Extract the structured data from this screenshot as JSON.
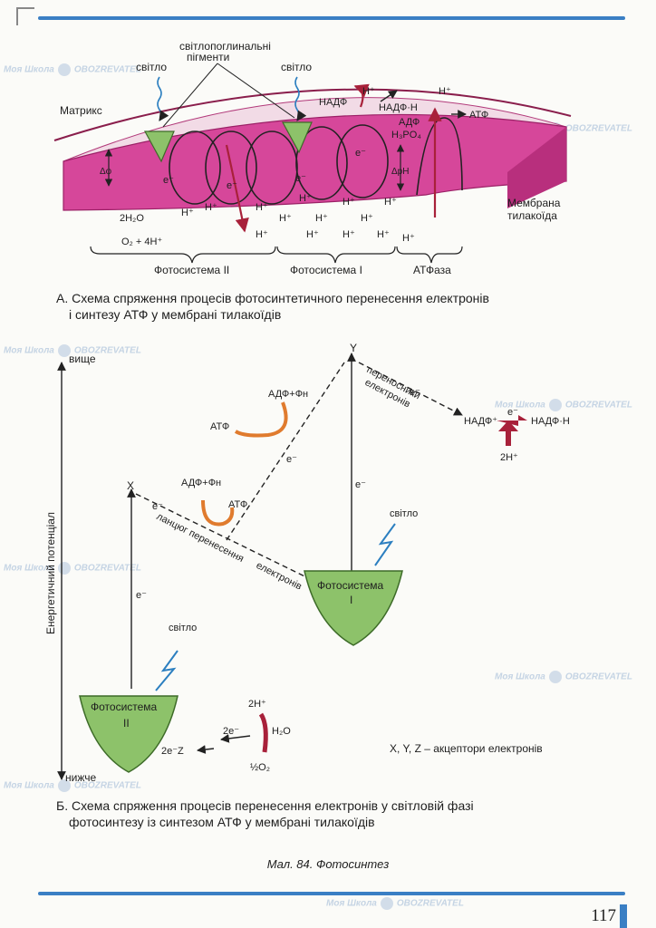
{
  "figure_a": {
    "labels": {
      "light_left": "світло",
      "pigments_1": "світлопоглинальні",
      "pigments_2": "пігменти",
      "light_right": "світло",
      "matrix": "Матрикс",
      "delta_phi": "Δφ",
      "delta_ph": "ΔрН",
      "nadf": "НАДФ",
      "h_plus": "H⁺",
      "nadf_h": "НАДФ·Н",
      "adf": "АДФ",
      "h3po4": "H₃PO₄",
      "atf": "АТФ",
      "e_minus": "e⁻",
      "water": "2H₂O",
      "o2_4h": "O₂ + 4H⁺",
      "membrane_1": "Мембрана",
      "membrane_2": "тилакоїда",
      "ps2": "Фотосистема II",
      "ps1": "Фотосистема I",
      "atfaza": "АТФаза"
    },
    "caption_1": "А. Схема спряження процесів фотосинтетичного перенесення електронів",
    "caption_2": "і синтезу АТФ у мембрані тилакоїдів"
  },
  "figure_b": {
    "labels": {
      "higher": "вище",
      "lower": "нижче",
      "axis": "Енергетичний потенціал",
      "y": "Y",
      "x": "X",
      "e": "e⁻",
      "adf_fn_top": "АДФ+Фн",
      "atf_top": "АТФ",
      "adf_fn_mid": "АДФ+Фн",
      "atf_mid": "АТФ",
      "carriers_1": "переносники",
      "carriers_2": "електронів",
      "nadf_plus": "НАДФ⁺",
      "nadf_h": "НАДФ·Н",
      "two_h": "2H⁺",
      "chain_1": "ланцюг перенесення",
      "chain_2": "електронів",
      "light_1": "світло",
      "light_2": "світло",
      "ps1_1": "Фотосистема",
      "ps1_2": "I",
      "ps2_1": "Фотосистема",
      "ps2_2": "II",
      "two_h_bottom": "2H⁺",
      "h2o": "H₂O",
      "two_e": "2e⁻",
      "two_e_z": "2e⁻Z",
      "half_o2": "½O₂",
      "acceptors": "X, Y, Z – акцептори електронів"
    },
    "caption_1": "Б. Схема спряження процесів перенесення електронів у світловій фазі",
    "caption_2": "фотосинтезу із синтезом АТФ у мембрані тилакоїдів"
  },
  "figure_title": "Мал. 84. Фотосинтез",
  "page_number": "117",
  "watermark": {
    "text_1": "Моя Школа",
    "text_2": "OBOZREVATEL"
  },
  "colors": {
    "accent": "#3a7fc4",
    "membrane": "#d6479a",
    "pigment": "#8dc26a",
    "arrow_red": "#a8213a",
    "atp_orange": "#e07b2e"
  }
}
